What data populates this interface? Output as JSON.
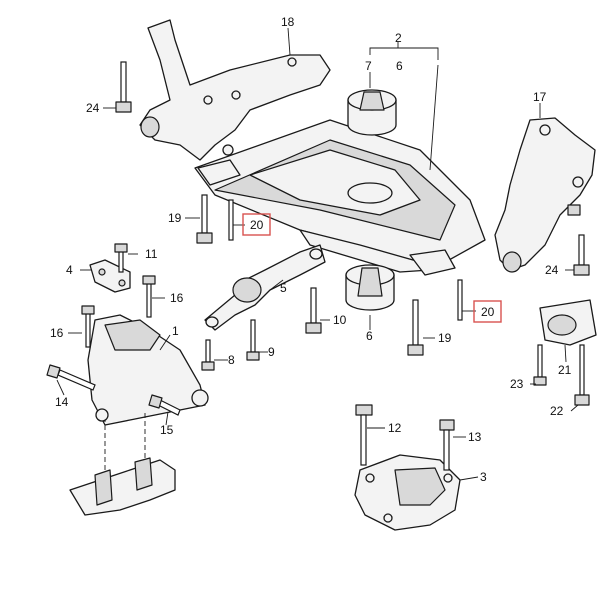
{
  "callouts": {
    "c1": "1",
    "c2": "2",
    "c3": "3",
    "c4": "4",
    "c5": "5",
    "c6a": "6",
    "c6b": "6",
    "c7": "7",
    "c8": "8",
    "c9": "9",
    "c10": "10",
    "c11": "11",
    "c12": "12",
    "c13": "13",
    "c14": "14",
    "c15": "15",
    "c16a": "16",
    "c16b": "16",
    "c17": "17",
    "c18": "18",
    "c19a": "19",
    "c19b": "19",
    "c20a": "20",
    "c20b": "20",
    "c21": "21",
    "c22": "22",
    "c23": "23",
    "c24a": "24",
    "c24b": "24"
  },
  "colors": {
    "highlight_box": "#d9534f",
    "line": "#1a1a1a",
    "fill": "#f3f3f3"
  }
}
